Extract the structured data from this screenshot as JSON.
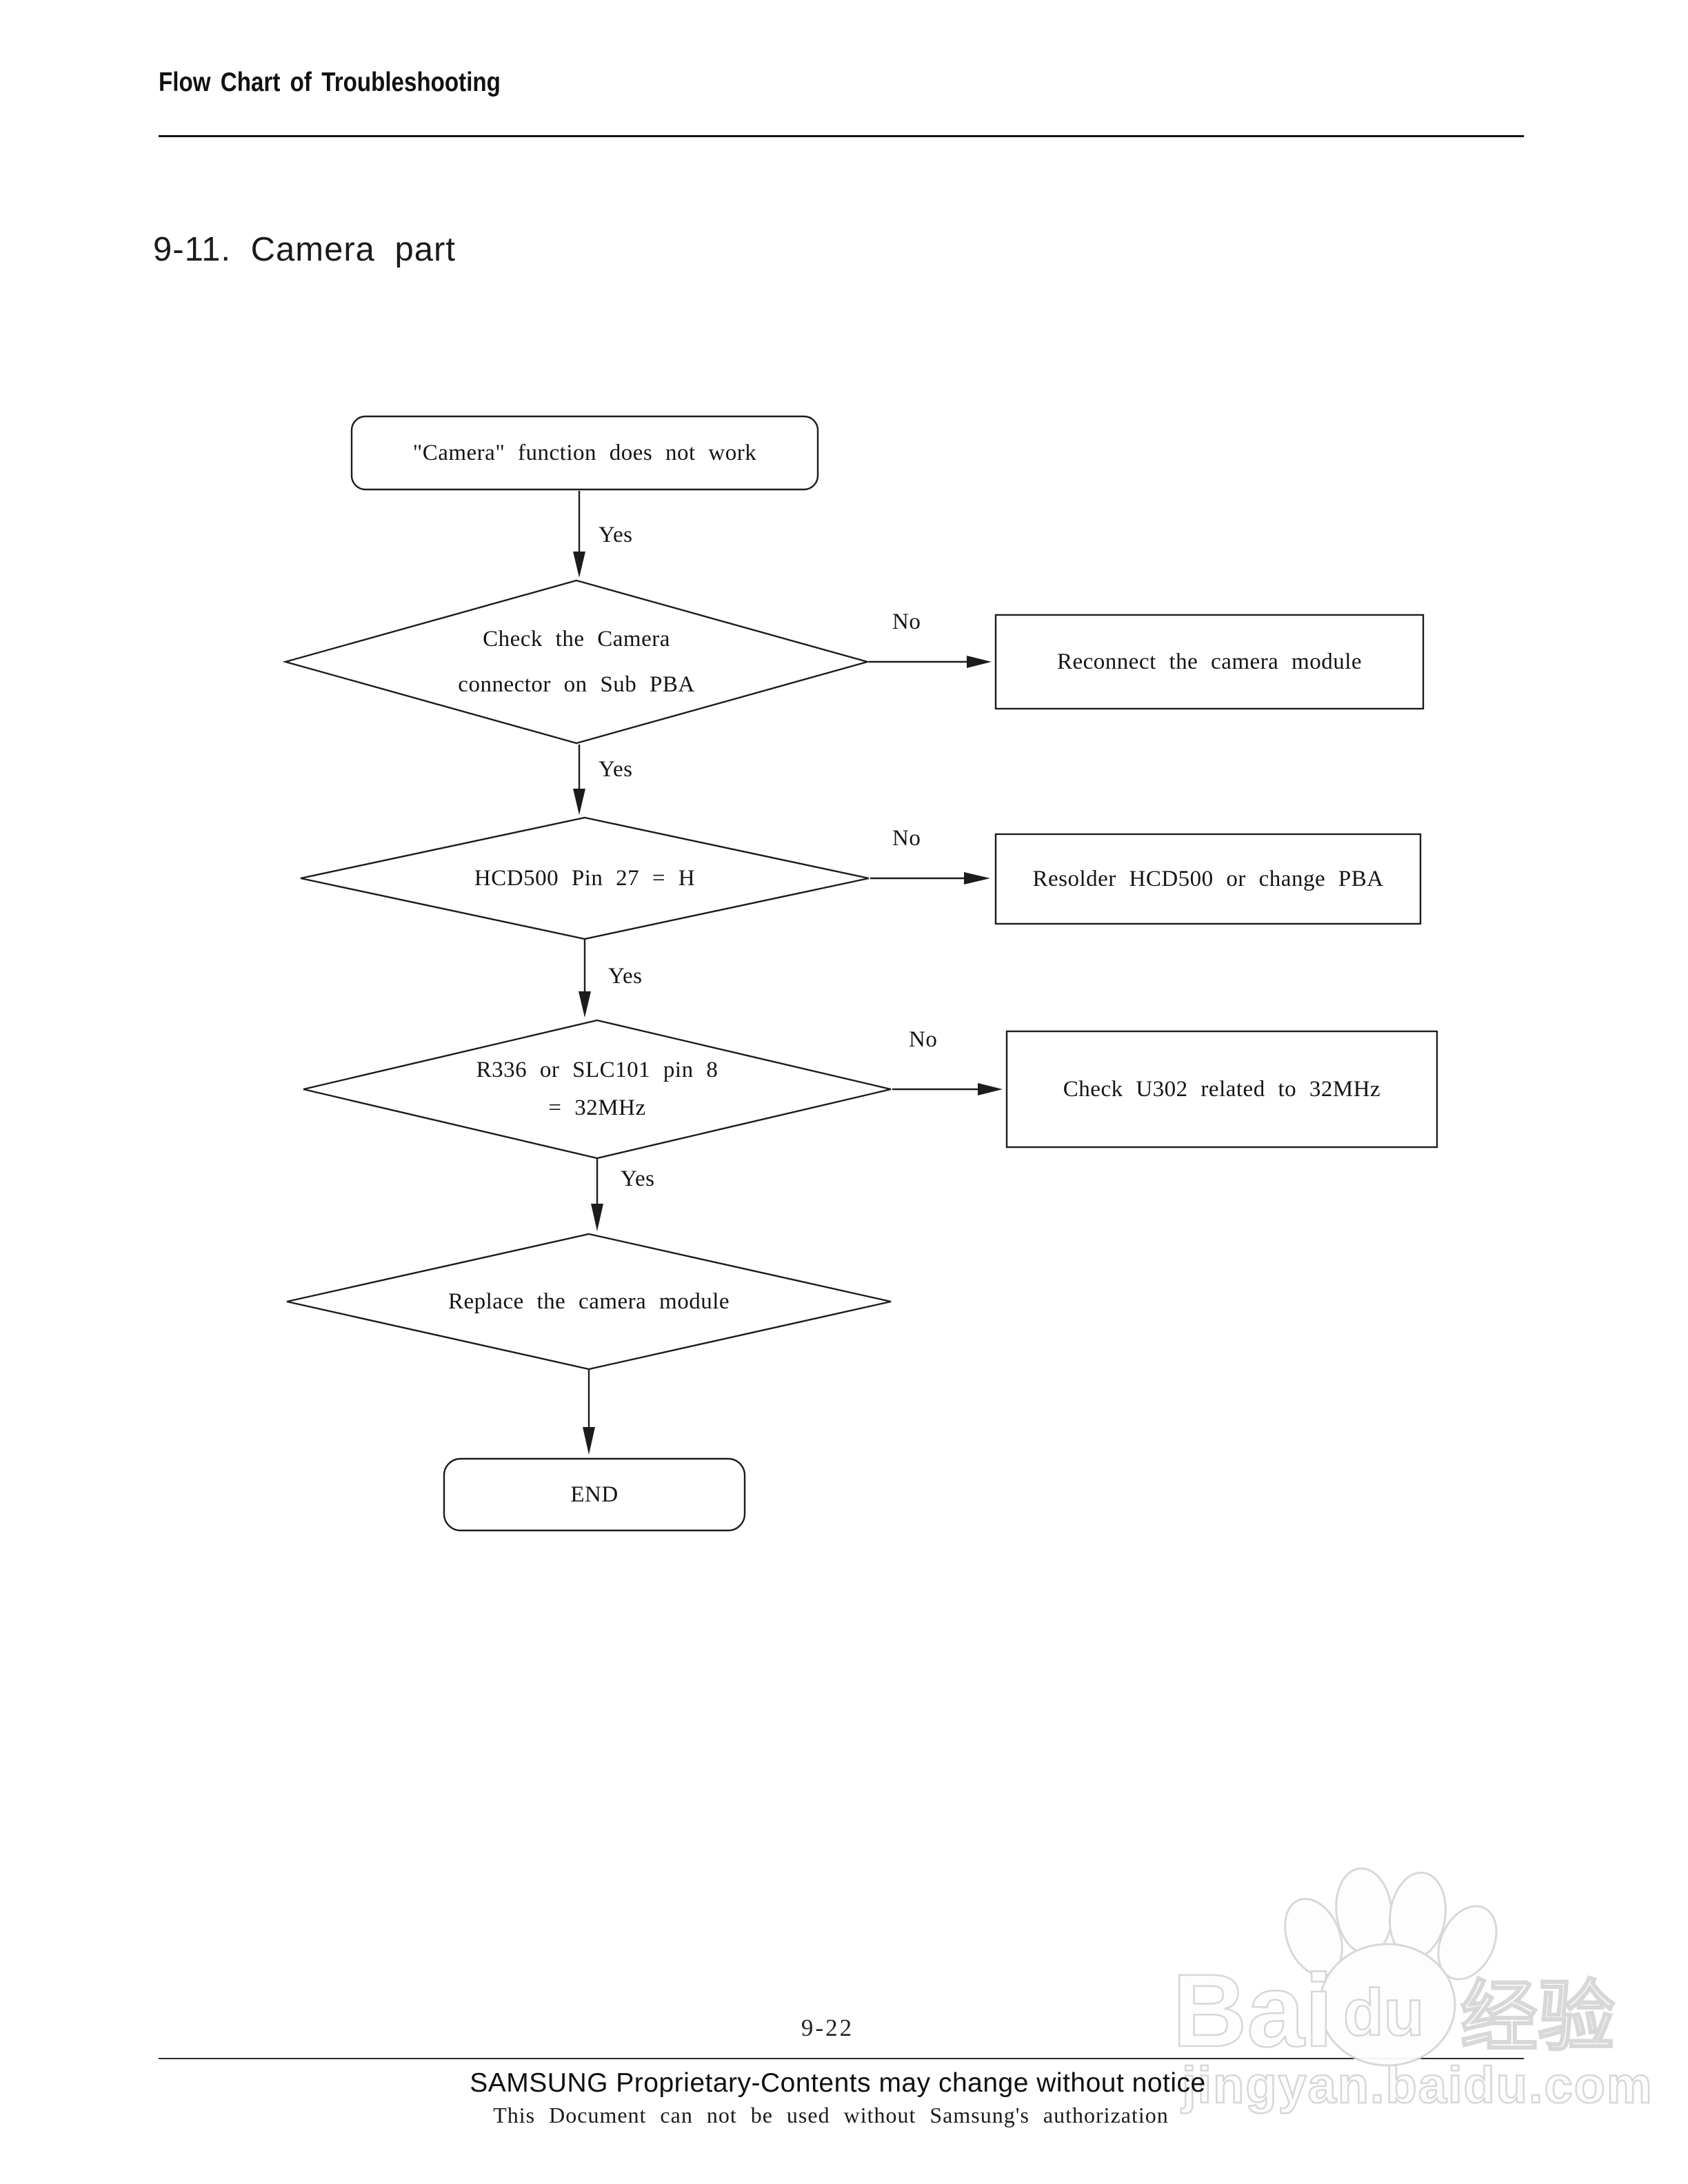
{
  "header": {
    "title": "Flow Chart of Troubleshooting"
  },
  "section": {
    "title": "9-11. Camera part"
  },
  "flowchart": {
    "start": {
      "label": "\"Camera\" function does not work",
      "yes_label": "Yes"
    },
    "decisions": [
      {
        "line1": "Check the Camera",
        "line2": "connector on Sub PBA",
        "no_label": "No",
        "yes_label": "Yes",
        "action": "Reconnect the camera module"
      },
      {
        "line1": "HCD500 Pin 27 = H",
        "no_label": "No",
        "yes_label": "Yes",
        "action": "Resolder HCD500 or change PBA"
      },
      {
        "line1": "R336 or SLC101 pin 8",
        "line2": "= 32MHz",
        "no_label": "No",
        "yes_label": "Yes",
        "action": "Check U302 related to 32MHz"
      },
      {
        "line1": "Replace the camera module"
      }
    ],
    "end": {
      "label": "END"
    }
  },
  "footer": {
    "page_number": "9-22",
    "proprietary_notice": "SAMSUNG Proprietary-Contents may change without notice",
    "authorization_notice": "This Document can not be used without Samsung's authorization"
  },
  "watermark": {
    "brand_part1": "Bai",
    "brand_part2": "du",
    "brand_cjk": "经验",
    "site_url": "jingyan.baidu.com"
  }
}
